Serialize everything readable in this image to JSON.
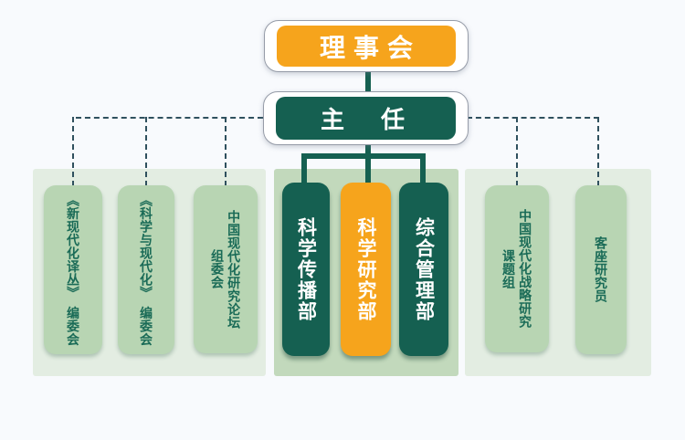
{
  "diagram": {
    "type": "org-chart",
    "board": {
      "label": "理事会"
    },
    "director": {
      "label": "主　任"
    },
    "departments": [
      {
        "name": "科学传播部",
        "variant": "green"
      },
      {
        "name": "科学研究部",
        "variant": "orange"
      },
      {
        "name": "综合管理部",
        "variant": "green"
      }
    ],
    "left_units": [
      {
        "columns": [
          "《新现代化译丛》　编委会"
        ]
      },
      {
        "columns": [
          "《科学与现代化》　编委会"
        ]
      },
      {
        "columns": [
          "中国现代化研究论坛",
          "组委会"
        ]
      }
    ],
    "right_units": [
      {
        "columns": [
          "中国现代化战略研究",
          "课题组"
        ]
      },
      {
        "columns": [
          "客座研究员"
        ]
      }
    ],
    "colors": {
      "accent_orange": "#f6a41c",
      "accent_dark_green": "#156051",
      "panel_light_green": "#e3ede2",
      "panel_mid_green": "#c2d9bc",
      "unit_light_green": "#b8d5b3",
      "unit_text_green": "#1a6b57",
      "dashed_line": "#2f505e",
      "background": "#f8fafd"
    }
  }
}
